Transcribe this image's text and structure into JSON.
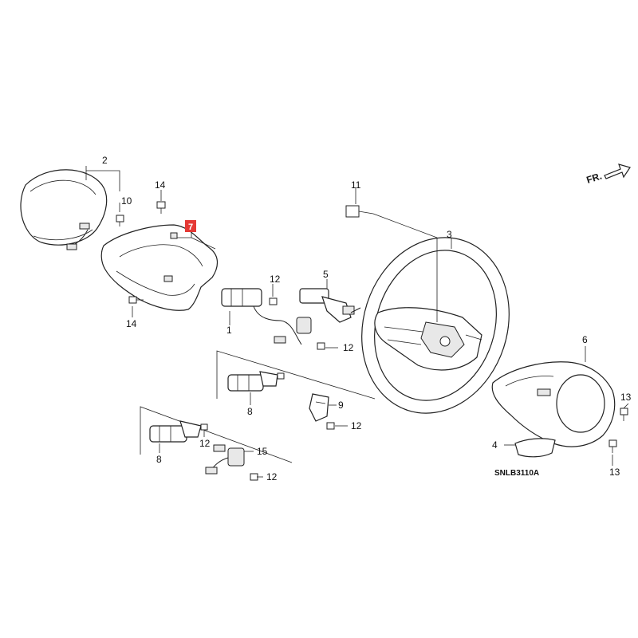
{
  "direction_label": "FR.",
  "diagram_code": "SNLB3110A",
  "highlighted": "7",
  "callouts": {
    "c2": "2",
    "c10": "10",
    "c14a": "14",
    "c14b": "14",
    "c7": "7",
    "c11": "11",
    "c3": "3",
    "c12a": "12",
    "c1": "1",
    "c5": "5",
    "c12b": "12",
    "c8a": "8",
    "c9": "9",
    "c12c": "12",
    "c8b": "8",
    "c12d": "12",
    "c15": "15",
    "c12e": "12",
    "c6": "6",
    "c13a": "13",
    "c4": "4",
    "c13b": "13"
  }
}
